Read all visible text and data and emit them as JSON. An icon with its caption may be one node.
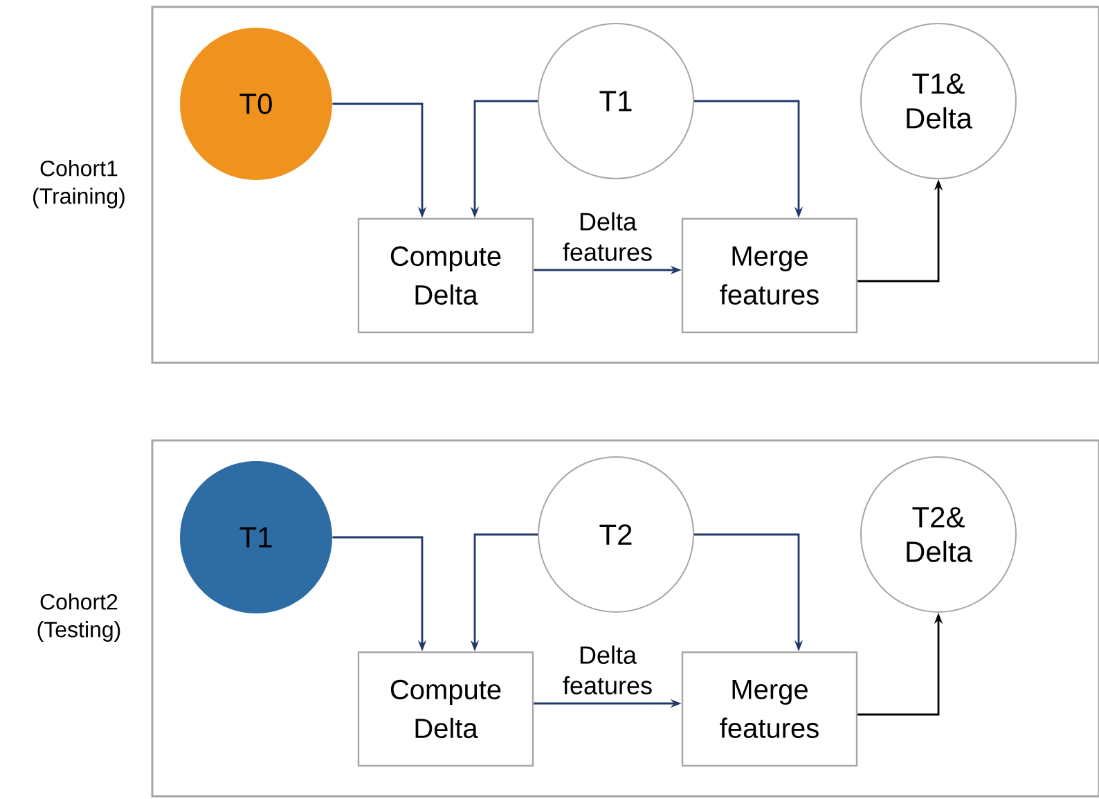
{
  "diagram": {
    "nodes": [
      {
        "text": [],
        "shape": "box",
        "beside": [
          "Cohort1 (Training)"
        ]
      },
      {
        "text": [
          "T0"
        ],
        "in": 0
      },
      {
        "text": [
          "T1"
        ],
        "in": 0
      },
      {
        "text": [
          "T1& Delta"
        ],
        "in": 0
      },
      {
        "text": [
          "Compute Delta"
        ],
        "in": 0
      },
      {
        "text": [
          "Merge features"
        ],
        "in": 0
      },
      {
        "text": [],
        "shape": "box",
        "beside": [
          "Cohort2 (Testing)"
        ]
      },
      {
        "text": [
          "T1"
        ],
        "in": 6
      },
      {
        "text": [
          "T2"
        ],
        "in": 6
      },
      {
        "text": [
          "T2& Delta"
        ],
        "in": 6
      },
      {
        "text": [
          "Compute Delta"
        ],
        "in": 6
      },
      {
        "text": [
          "Merge features"
        ],
        "in": 6
      }
    ],
    "edges": [
      {
        "from": 1,
        "to": 4,
        "arrow": "to"
      },
      {
        "from": 2,
        "to": 4,
        "arrow": "to"
      },
      {
        "from": 2,
        "to": 5,
        "arrow": "to"
      },
      {
        "from": 4,
        "to": 5,
        "arrow": "to",
        "label": "Delta features"
      },
      {
        "from": 5,
        "to": 3,
        "arrow": "to",
        "color": "#000000"
      },
      {
        "from": 7,
        "to": 10,
        "arrow": "to"
      },
      {
        "from": 8,
        "to": 10,
        "arrow": "to"
      },
      {
        "from": 8,
        "to": 11,
        "arrow": "to"
      },
      {
        "from": 10,
        "to": 11,
        "arrow": "to",
        "label": "Delta features"
      },
      {
        "from": 11,
        "to": 9,
        "arrow": "to",
        "color": "#000000"
      }
    ]
  }
}
